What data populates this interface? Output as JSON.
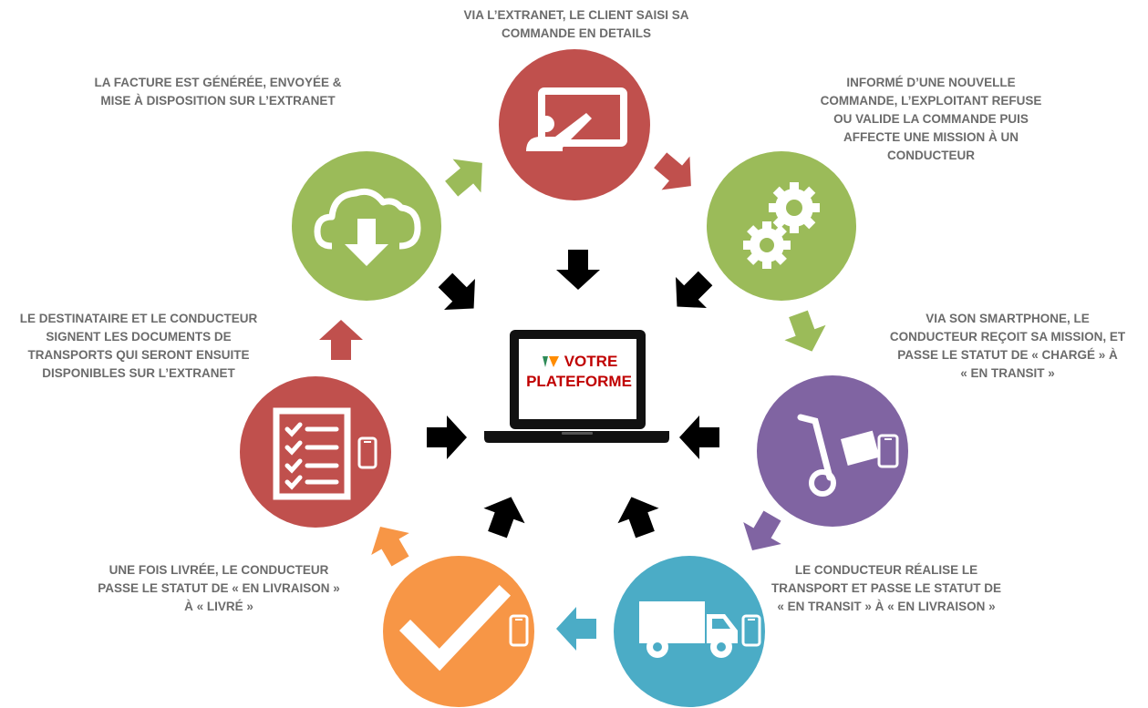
{
  "center": {
    "line1": "VOTRE",
    "line2": "PLATEFORME",
    "icon": "laptop-icon"
  },
  "steps": [
    {
      "id": "order",
      "color": "#c0504d",
      "icon": "presentation-board-icon",
      "caption": [
        "VIA L’EXTRANET, LE CLIENT SAISI SA",
        "COMMANDE EN DETAILS"
      ]
    },
    {
      "id": "dispatch",
      "color": "#9bbb59",
      "icon": "gears-icon",
      "caption": [
        "INFORMÉ D’UNE NOUVELLE",
        "COMMANDE, L’EXPLOITANT REFUSE",
        "OU VALIDE LA COMMANDE PUIS",
        "AFFECTE UNE MISSION À UN",
        "CONDUCTEUR"
      ]
    },
    {
      "id": "loaded",
      "color": "#8064a2",
      "icon": "hand-truck-icon",
      "caption": [
        "VIA SON SMARTPHONE, LE",
        "CONDUCTEUR REÇOIT SA MISSION, ET",
        "PASSE LE STATUT DE  « CHARGÉ » À",
        "« EN TRANSIT »"
      ]
    },
    {
      "id": "transport",
      "color": "#4bacc6",
      "icon": "truck-icon",
      "caption": [
        "LE CONDUCTEUR RÉALISE LE",
        "TRANSPORT ET PASSE LE STATUT DE",
        "« EN TRANSIT » À « EN LIVRAISON »"
      ]
    },
    {
      "id": "delivered",
      "color": "#f79646",
      "icon": "checkmark-icon",
      "caption": [
        "UNE FOIS LIVRÉE, LE CONDUCTEUR",
        "PASSE LE STATUT DE « EN LIVRAISON »",
        "À « LIVRÉ »"
      ]
    },
    {
      "id": "documents",
      "color": "#c0504d",
      "icon": "checklist-icon",
      "caption": [
        "LE DESTINATAIRE ET LE CONDUCTEUR",
        "SIGNENT LES DOCUMENTS DE",
        "TRANSPORTS QUI SERONT ENSUITE",
        "DISPONIBLES SUR L’EXTRANET"
      ]
    },
    {
      "id": "invoice",
      "color": "#9bbb59",
      "icon": "cloud-download-icon",
      "caption": [
        "LA FACTURE EST GÉNÉRÉE, ENVOYÉE &",
        "MISE À DISPOSITION SUR L’EXTRANET"
      ]
    }
  ]
}
